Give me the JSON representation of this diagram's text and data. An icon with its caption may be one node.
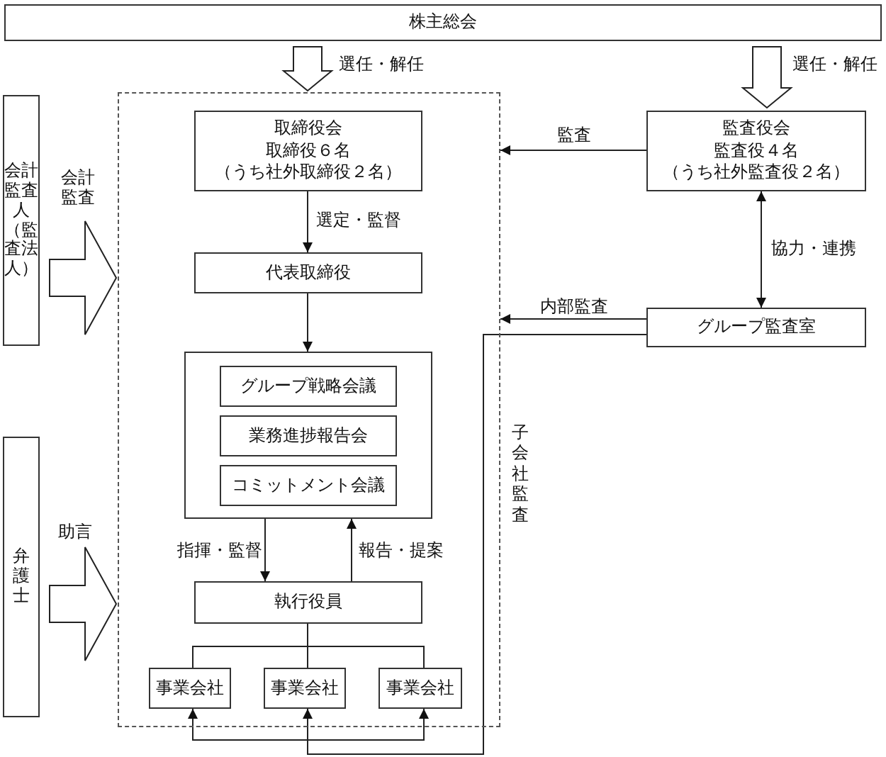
{
  "diagram": {
    "nodes": [
      {
        "text": [
          "株主総会"
        ]
      },
      {
        "text": [
          "会計監査人（監査法人）"
        ]
      },
      {
        "text": [
          "弁護士"
        ]
      },
      {
        "text": [],
        "shape": "box"
      },
      {
        "text": [
          "取締役会",
          "取締役６名",
          "（うち社外取締役２名）"
        ],
        "in": 3
      },
      {
        "text": [
          "代表取締役"
        ],
        "in": 3
      },
      {
        "text": [],
        "shape": "box",
        "in": 3
      },
      {
        "text": [
          "グループ戦略会議"
        ],
        "in": 6
      },
      {
        "text": [
          "業務進捗報告会"
        ],
        "in": 6
      },
      {
        "text": [
          "コミットメント会議"
        ],
        "in": 6
      },
      {
        "text": [
          "執行役員"
        ],
        "in": 3
      },
      {
        "text": [
          "事業会社"
        ],
        "in": 3
      },
      {
        "text": [
          "事業会社"
        ],
        "in": 3
      },
      {
        "text": [
          "事業会社"
        ],
        "in": 3
      },
      {
        "text": [
          "監査役会",
          "監査役４名",
          "（うち社外監査役２名）"
        ]
      },
      {
        "text": [
          "グループ監査室"
        ]
      }
    ],
    "edges": [
      {
        "from": 0,
        "to": 3,
        "arrow": "to",
        "label": "選任・解任",
        "style": "thick"
      },
      {
        "from": 0,
        "to": 14,
        "arrow": "to",
        "label": "選任・解任",
        "style": "thick"
      },
      {
        "from": 1,
        "to": 3,
        "arrow": "to",
        "label": "会計監査",
        "style": "thick"
      },
      {
        "from": 2,
        "to": 3,
        "arrow": "to",
        "label": "助言",
        "style": "thick"
      },
      {
        "from": 4,
        "to": 5,
        "arrow": "to",
        "label": "選定・監督"
      },
      {
        "from": 5,
        "to": 6,
        "arrow": "to"
      },
      {
        "from": 6,
        "to": 10,
        "arrow": "to",
        "label": "指揮・監督"
      },
      {
        "from": 10,
        "to": 6,
        "arrow": "to",
        "label": "報告・提案"
      },
      {
        "from": 10,
        "to": 11,
        "arrow": "none"
      },
      {
        "from": 10,
        "to": 12,
        "arrow": "none"
      },
      {
        "from": 10,
        "to": 13,
        "arrow": "none"
      },
      {
        "from": 14,
        "to": 3,
        "arrow": "to",
        "label": "監査"
      },
      {
        "from": 14,
        "to": 15,
        "arrow": "both",
        "label": "協力・連携"
      },
      {
        "from": 15,
        "to": 3,
        "arrow": "to",
        "label": "内部監査"
      },
      {
        "from": 15,
        "to": 11,
        "arrow": "to"
      },
      {
        "from": 15,
        "to": 12,
        "arrow": "to",
        "label": "子会社監査"
      },
      {
        "from": 15,
        "to": 13,
        "arrow": "to"
      }
    ]
  }
}
